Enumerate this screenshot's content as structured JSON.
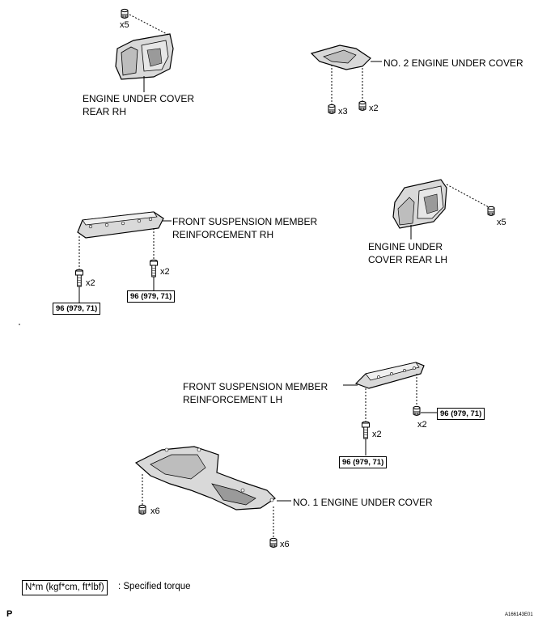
{
  "labels": {
    "rear_rh_line1": "ENGINE UNDER COVER",
    "rear_rh_line2": "REAR RH",
    "no2_cover": "NO. 2 ENGINE UNDER COVER",
    "fsm_rh_line1": "FRONT SUSPENSION MEMBER",
    "fsm_rh_line2": "REINFORCEMENT RH",
    "rear_lh_line1": "ENGINE UNDER",
    "rear_lh_line2": "COVER REAR LH",
    "fsm_lh_line1": "FRONT SUSPENSION MEMBER",
    "fsm_lh_line2": "REINFORCEMENT LH",
    "no1_cover": "NO. 1 ENGINE UNDER COVER"
  },
  "counts": {
    "rear_rh_bolts": "x5",
    "no2_left_bolts": "x3",
    "no2_right_bolts": "x2",
    "fsm_rh_left_bolts": "x2",
    "fsm_rh_right_bolts": "x2",
    "rear_lh_bolts": "x5",
    "fsm_lh_left_bolts": "x2",
    "fsm_lh_right_bolts": "x2",
    "no1_left_bolts": "x6",
    "no1_bottom_bolts": "x6"
  },
  "torque": {
    "fsm_rh_left": "96 (979, 71)",
    "fsm_rh_right": "96 (979, 71)",
    "fsm_lh_left": "96 (979, 71)",
    "fsm_lh_right": "96 (979, 71)"
  },
  "legend": {
    "unit": "N*m (kgf*cm, ft*lbf)",
    "description": ": Specified torque"
  },
  "footer": {
    "corner_mark": "P",
    "figure_id": "A166143E01"
  },
  "colors": {
    "ink": "#000000",
    "part_fill": "#d9d9d9",
    "part_shade": "#9a9a9a"
  }
}
